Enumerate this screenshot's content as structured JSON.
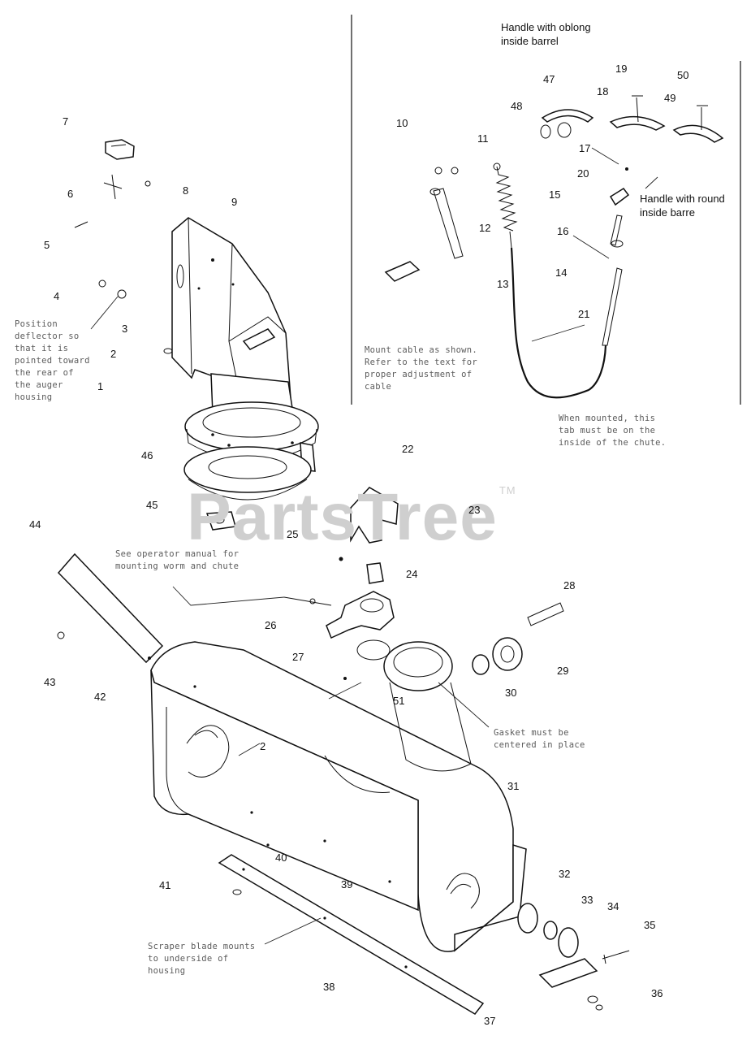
{
  "watermark": {
    "text": "PartsTree",
    "mark": "TM"
  },
  "notes": [
    {
      "id": "handle-oblong",
      "text": "Handle with oblong inside barrel"
    },
    {
      "id": "handle-round",
      "text": "Handle with round inside barre"
    },
    {
      "id": "note-deflector",
      "text": "Position deflector so that it is pointed toward the rear of the auger housing"
    },
    {
      "id": "note-cable-mount",
      "text": "Mount cable as shown. Refer to the text for proper adjustment of cable"
    },
    {
      "id": "note-chute-tab",
      "text": "When mounted, this tab must be on the inside of the chute."
    },
    {
      "id": "note-worm",
      "text": "See operator manual for mounting worm and chute"
    },
    {
      "id": "note-gasket",
      "text": "Gasket must be centered in place"
    },
    {
      "id": "note-scraper",
      "text": "Scraper blade mounts to underside of housing"
    }
  ],
  "part_numbers": [
    "1",
    "2",
    "3",
    "4",
    "5",
    "6",
    "7",
    "8",
    "9",
    "10",
    "11",
    "12",
    "13",
    "14",
    "15",
    "16",
    "17",
    "18",
    "19",
    "20",
    "21",
    "22",
    "23",
    "24",
    "25",
    "26",
    "27",
    "28",
    "29",
    "30",
    "31",
    "2",
    "32",
    "33",
    "34",
    "35",
    "36",
    "37",
    "38",
    "39",
    "40",
    "41",
    "42",
    "43",
    "44",
    "45",
    "46",
    "47",
    "48",
    "49",
    "50",
    "51"
  ]
}
